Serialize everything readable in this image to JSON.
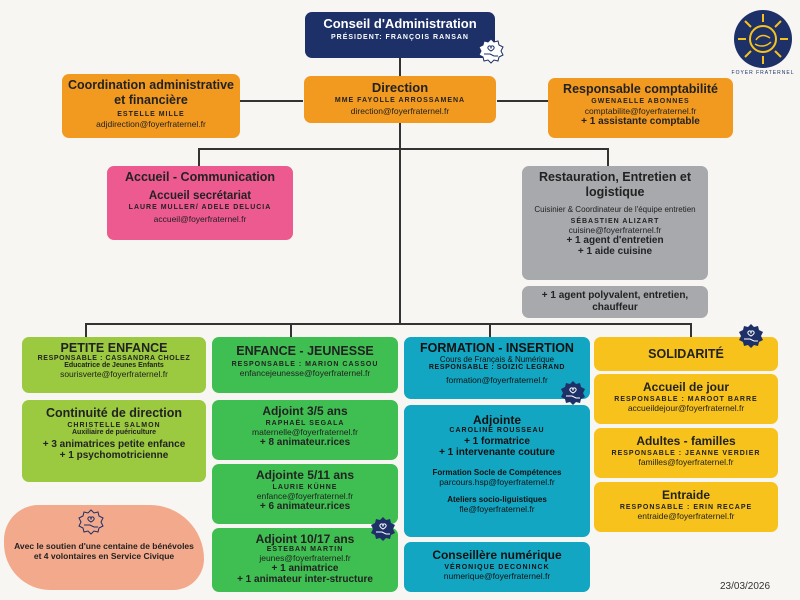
{
  "conseil": {
    "title": "Conseil d'Administration",
    "subtitle": "PRÉSIDENT: FRANÇOIS RANSAN"
  },
  "direction": {
    "title": "Direction",
    "name": "MME FAYOLLE ARROSSAMENA",
    "email": "direction@foyerfraternel.fr"
  },
  "coordination": {
    "title": "Coordination administrative et financière",
    "name": "ESTELLE MILLE",
    "email": "adjdirection@foyerfraternel.fr"
  },
  "comptable": {
    "title": "Responsable comptabilité",
    "name": "GWENAELLE ABONNES",
    "email": "comptabilite@foyerfraternel.fr",
    "extra": "+ 1 assistante comptable"
  },
  "accueil": {
    "title": "Accueil - Communication",
    "subtitle": "Accueil secrétariat",
    "names": "LAURE MULLER/ ADELE DELUCIA",
    "email": "accueil@foyerfraternel.fr"
  },
  "restauration": {
    "title": "Restauration, Entretien et logistique",
    "role": "Cuisinier & Coordinateur de l'équipe entretien",
    "name": "SÉBASTIEN ALIZART",
    "email": "cuisine@foyerfraternel.fr",
    "extra1": "+ 1 agent d'entretien",
    "extra2": "+ 1 aide cuisine"
  },
  "polyvalent": {
    "text": "+ 1 agent polyvalent, entretien, chauffeur"
  },
  "petite_enfance": {
    "title": "PETITE ENFANCE",
    "resp": "RESPONSABLE : CASSANDRA CHOLEZ",
    "role": "Educatrice de Jeunes Enfants",
    "email": "sourisverte@foyerfraternel.fr"
  },
  "continuite": {
    "title": "Continuité de direction",
    "name": "CHRISTELLE SALMON",
    "role": "Auxiliaire de puériculture",
    "extra1": "+ 3 animatrices petite enfance",
    "extra2": "+ 1 psychomotricienne"
  },
  "enfance": {
    "title": "ENFANCE - JEUNESSE",
    "resp": "RESPONSABLE : MARION CASSOU",
    "email": "enfancejeunesse@foyerfraternel.fr"
  },
  "adj35": {
    "title": "Adjoint 3/5 ans",
    "name": "RAPHAËL SEGALA",
    "email": "maternelle@foyerfraternel.fr",
    "extra": "+ 8 animateur.rices"
  },
  "adj511": {
    "title": "Adjointe 5/11 ans",
    "name": "LAURIE KÜHNE",
    "email": "enfance@foyerfraternel.fr",
    "extra": "+ 6 animateur.rices"
  },
  "adj1017": {
    "title": "Adjoint 10/17 ans",
    "name": "ESTEBAN MARTIN",
    "email": "jeunes@foyerfraternel.fr",
    "extra1": "+ 1 animatrice",
    "extra2": "+ 1 animateur inter-structure"
  },
  "formation": {
    "title": "FORMATION - INSERTION",
    "subtitle": "Cours de Français & Numérique",
    "resp": "RESPONSABLE : SOIZIC LEGRAND",
    "email": "formation@foyerfraternel.fr"
  },
  "adjointe": {
    "title": "Adjointe",
    "name": "CAROLINE ROUSSEAU",
    "extra1": "+ 1 formatrice",
    "extra2": "+ 1 intervenante couture",
    "fsc": "Formation Socle de Compétences",
    "fsc_email": "parcours.hsp@foyerfraternel.fr",
    "ateliers": "Ateliers socio-liguistiques",
    "ateliers_email": "fle@foyerfraternel.fr"
  },
  "conseillere": {
    "title": "Conseillère numérique",
    "name": "VÉRONIQUE DECONINCK",
    "email": "numerique@foyerfraternel.fr"
  },
  "solidarite": {
    "title": "SOLIDARITÉ"
  },
  "accueil_jour": {
    "title": "Accueil de jour",
    "resp": "RESPONSABLE : MAROOT BARRE",
    "email": "accueildejour@foyerfraternel.fr"
  },
  "adultes": {
    "title": "Adultes - familles",
    "resp": "RESPONSABLE : JEANNE VERDIER",
    "email": "familles@foyerfraternel.fr"
  },
  "entraide": {
    "title": "Entraide",
    "resp": "RESPONSABLE : ERIN RECAPE",
    "email": "entraide@foyerfraternel.fr"
  },
  "footer": {
    "note": "Avec le soutien d'une centaine de bénévoles et 4 volontaires en Service Civique",
    "date": "23/03/2026"
  },
  "logo": {
    "label": "FOYER FRATERNEL"
  },
  "colors": {
    "navy": "#1d3068",
    "orange": "#f29a1f",
    "pink": "#ec5a8f",
    "grey": "#a7a9ac",
    "lime": "#9bc93f",
    "green": "#3fbf52",
    "teal": "#12a6c2",
    "yellow": "#f7c21b"
  },
  "icons": [
    "hand-heart-icon"
  ]
}
